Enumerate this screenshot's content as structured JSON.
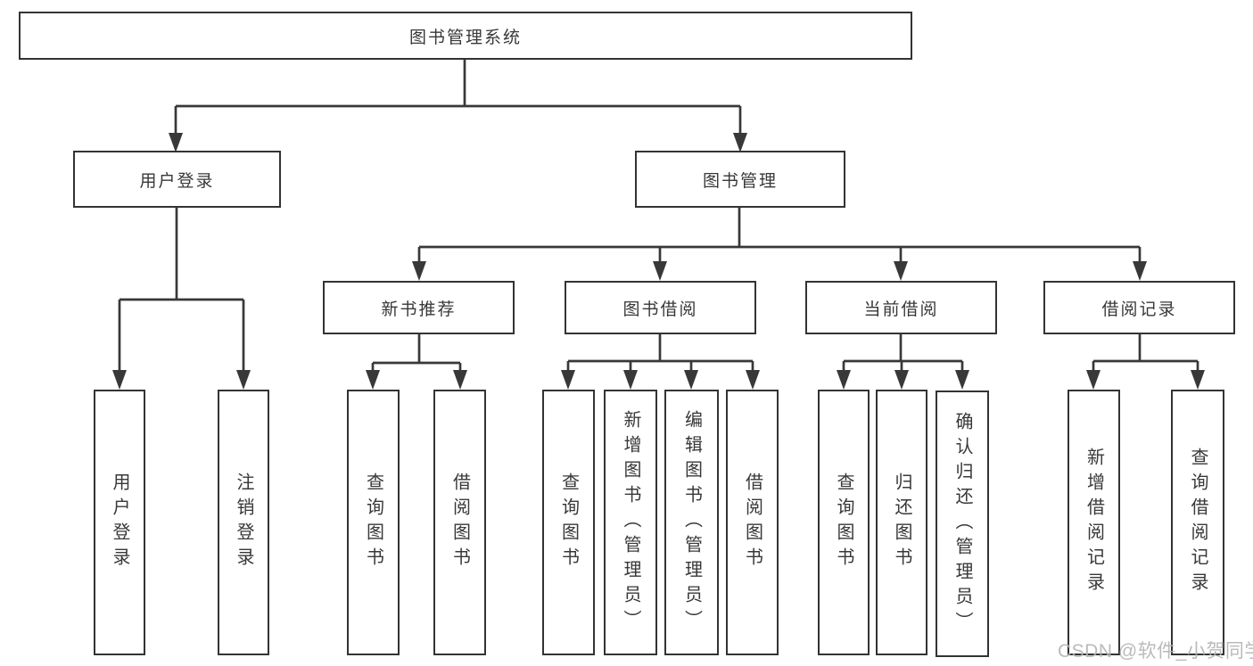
{
  "tree": {
    "root": {
      "label": "图书管理系统"
    },
    "branches": [
      {
        "label": "用户登录",
        "children": [
          {
            "label": "用户登录"
          },
          {
            "label": "注销登录"
          }
        ]
      },
      {
        "label": "图书管理",
        "children": [
          {
            "label": "新书推荐",
            "children": [
              {
                "label": "查询图书"
              },
              {
                "label": "借阅图书"
              }
            ]
          },
          {
            "label": "图书借阅",
            "children": [
              {
                "label": "查询图书"
              },
              {
                "label": "新增图书（管理员）"
              },
              {
                "label": "编辑图书（管理员）"
              },
              {
                "label": "借阅图书"
              }
            ]
          },
          {
            "label": "当前借阅",
            "children": [
              {
                "label": "查询图书"
              },
              {
                "label": "归还图书"
              },
              {
                "label": "确认归还（管理员）"
              }
            ]
          },
          {
            "label": "借阅记录",
            "children": [
              {
                "label": "新增借阅记录"
              },
              {
                "label": "查询借阅记录"
              }
            ]
          }
        ]
      }
    ]
  },
  "watermark": {
    "text": "CSDN @软件_小贺同学"
  },
  "colors": {
    "line": "#383838",
    "border": "#333333",
    "text": "#383838",
    "background": "#ffffff",
    "watermark": "#b5b5b5"
  }
}
